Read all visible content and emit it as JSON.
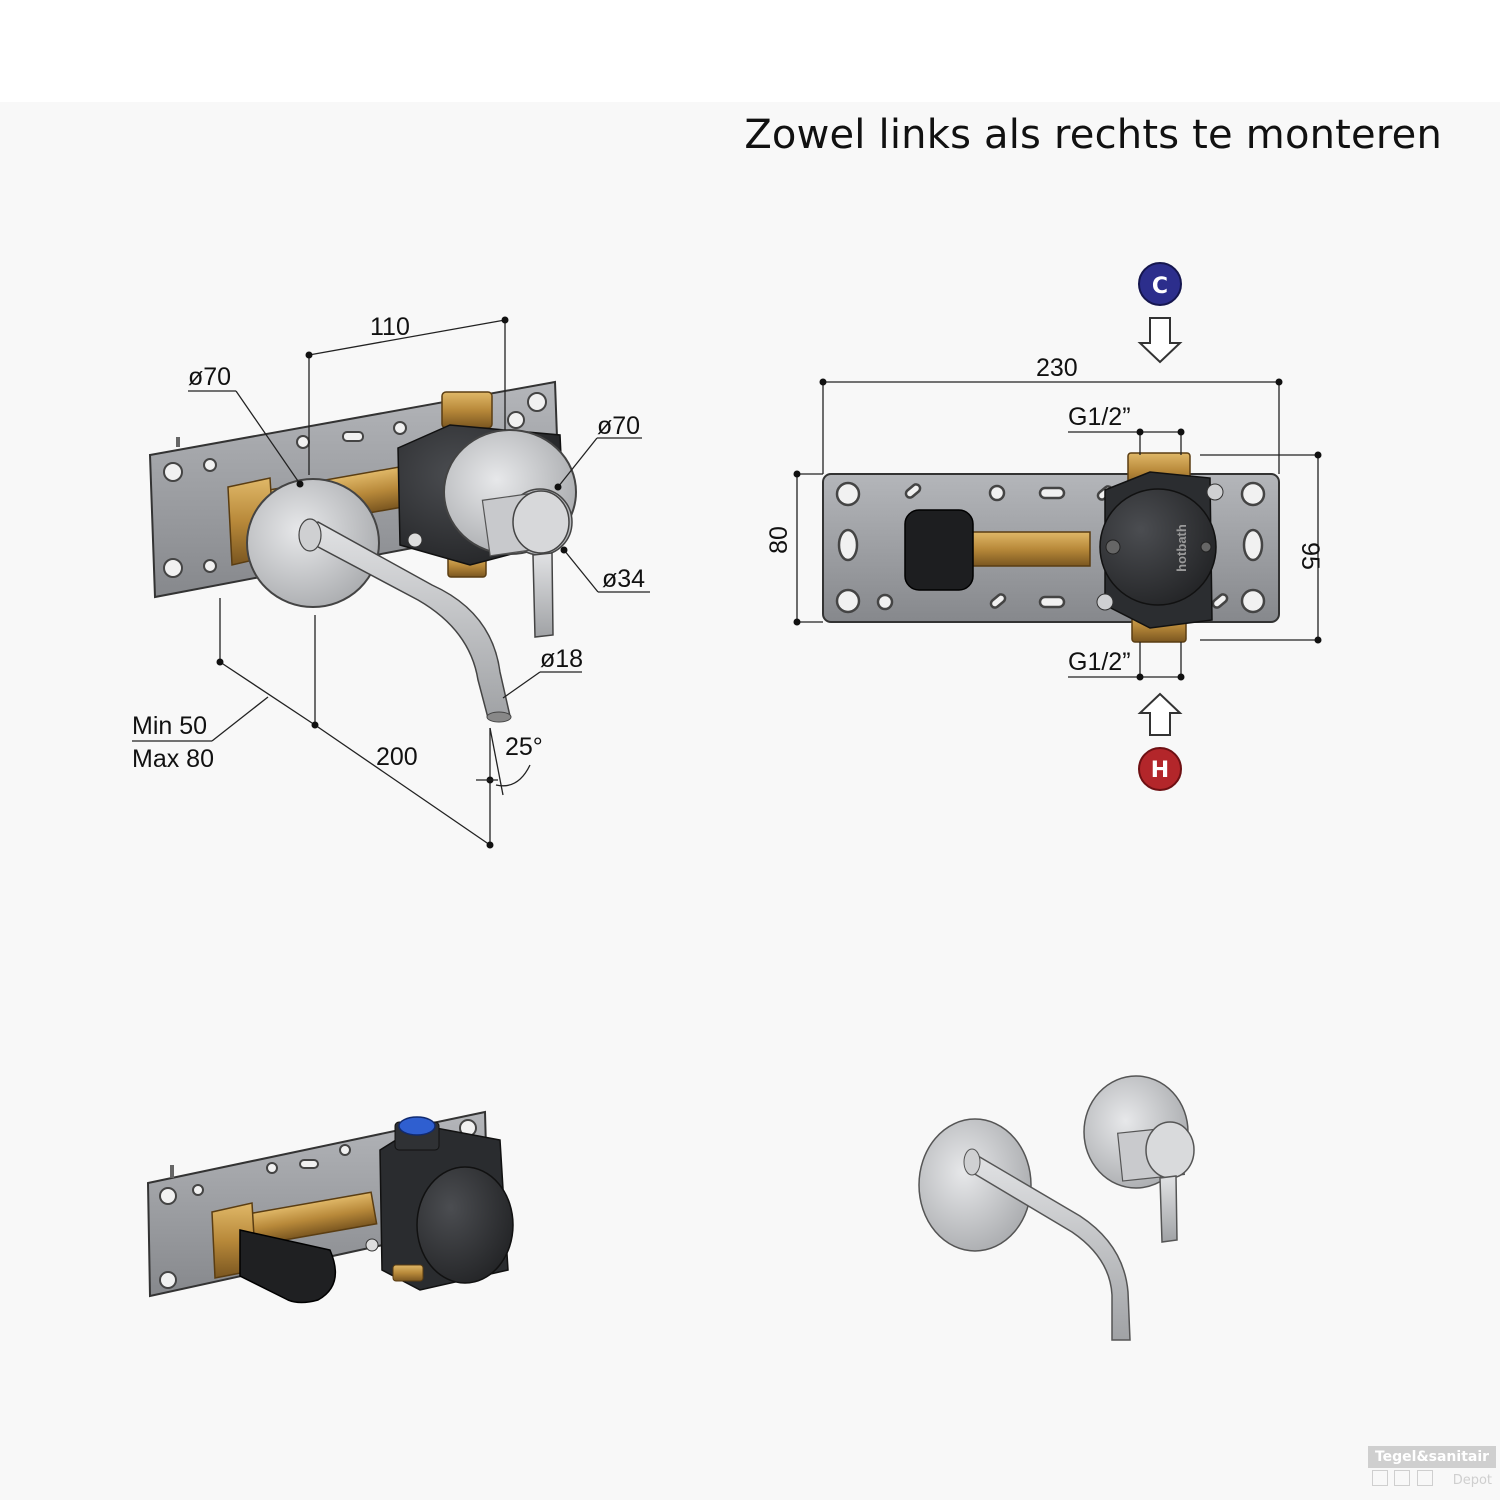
{
  "title": "Zowel links als rechts te monteren",
  "dimensions_left": {
    "width_110": "110",
    "dia_70_left": "ø70",
    "dia_70_right": "ø70",
    "dia_34": "ø34",
    "dia_18": "ø18",
    "min": "Min 50",
    "max": "Max 80",
    "length_200": "200",
    "angle": "25°"
  },
  "dimensions_right": {
    "width_230": "230",
    "thread_top": "G1/2”",
    "thread_bottom": "G1/2”",
    "height_80": "80",
    "height_95": "95",
    "cold_label": "C",
    "hot_label": "H",
    "brand_print": "hotbath"
  },
  "colors": {
    "cold": "#2c2e8c",
    "hot": "#b3262a",
    "brass": "#b8893a",
    "chrome": "#c6c7ca",
    "plate": "#9c9ea2",
    "body": "#2f3134"
  },
  "watermark": {
    "top": "Tegel&sanitair",
    "bottom": "Depot"
  }
}
